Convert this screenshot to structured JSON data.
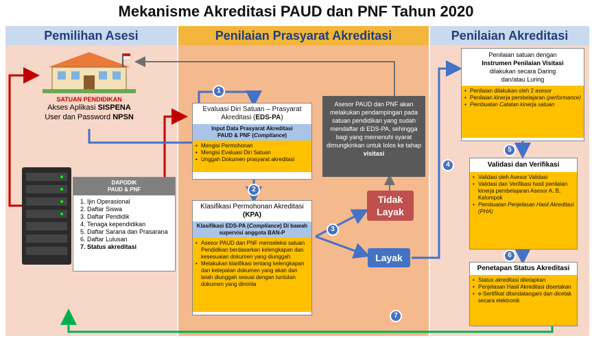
{
  "title": "Mekanisme Akreditasi PAUD dan PNF Tahun 2020",
  "columns": {
    "left": "Pemilihan Asesi",
    "middle": "Penilaian Prasyarat Akreditasi",
    "right": "Penilaian Akreditasi"
  },
  "school": {
    "label": "SATUAN PENDIDIKAN",
    "line1_a": "Akses Aplikasi ",
    "line1_b": "SISPENA",
    "line2_a": "User dan Password ",
    "line2_b": "NPSN"
  },
  "dapodik": {
    "title1": "DAPODIK",
    "title2": "PAUD & PNF",
    "items": [
      "Ijin Operasional",
      "Daftar Siswa",
      "Daftar Pendidik",
      "Tenaga kependidikan",
      "Daftar Sarana dan Prasarana",
      "Daftar Lulusan",
      "Status akreditasi"
    ]
  },
  "edspa": {
    "title_a": "Evaluasi Diri Satuan – Prasyarat Akreditasi (",
    "title_b": "EDS-PA",
    "title_c": ")",
    "sub1": "Input Data Prasyarat  Akreditasi",
    "sub2_a": "PAUD & PNF (",
    "sub2_b": "Compliance",
    "sub2_c": ")",
    "bullets": [
      "Mengisi Permohonan",
      "Mengisi Evaluasi Diri Satuan",
      "Unggah Dokumen prasyarat akreditasi"
    ]
  },
  "kpa": {
    "title1": "Klasifikasi Permohonan Akreditasi",
    "title2": "(KPA)",
    "sub1_a": "Klasifikasi EDS-PA (",
    "sub1_b": "Compliance",
    "sub1_c": ") Di bawah",
    "sub2": "supervisi anggota BAN-P",
    "bullets": [
      "Asesor PAUD dan PNF menseleksi satuan Pendidikan berdasarkan kelengkapan dan kesesuaian dokumen yang diunggah",
      "Melakukan klarifikasi tentang kelengkapan dan ketepatan dokumen yang akan dan telah diunggah sesuai dengan tuntutan dokumen yang diminta"
    ]
  },
  "asesor_note": {
    "text": "Asesor PAUD dan PNF akan melakukan pendampingan pada satuan pendidikan yang sudah mendaftar di EDS-PA, sehingga bagi yang memenuhi syarat dimungkinkan untuk lolos ke tahap ",
    "bold": "visitasi"
  },
  "tidak_layak": {
    "line1": "Tidak",
    "line2": "Layak"
  },
  "layak": "Layak",
  "visitasi": {
    "line1": "Penilaian satuan dengan",
    "line2": "Instrumen Penilaian Visitasi",
    "line3": "dilakukan secara Daring",
    "line4": "dan/atau Luring",
    "bullets": [
      {
        "text": "Penilaian dilakukan oleh 2 asesor",
        "italic": false
      },
      {
        "text": "Penilaian kinerja pembelajaran",
        "italic": false,
        "extra": "(performance)"
      },
      {
        "text": "Pembuatan Catatan kinerja satuan",
        "italic": true
      }
    ]
  },
  "validasi": {
    "title": "Validasi dan Verifikasi",
    "bullets": [
      {
        "text": "Validasi oleh Asesor Validasi",
        "italic": false
      },
      {
        "text": "Validasi dan Verifikasi hasil penilaian kinerja pembelajaran Asesor A, B, Kelompok",
        "italic": false
      },
      {
        "text": "Pembuatan Penjelasan Hasil Akreditasi (PHA)",
        "italic": true
      }
    ]
  },
  "penetapan": {
    "title": "Penetapan Status Akreditasi",
    "bullets": [
      "Status akreditasi ditetapkan",
      "Penjelasan Hasil Akreditasi disertakan",
      "e-Sertifikat ditandatangani dan dicetak secara elektronik"
    ]
  },
  "steps": [
    "1",
    "2",
    "3",
    "4",
    "5",
    "6",
    "7"
  ],
  "colors": {
    "arrow_red": "#c00000",
    "arrow_blue": "#4472c4",
    "arrow_green": "#00b050",
    "tidak_layak": "#c0504d",
    "layak": "#4472c4"
  }
}
